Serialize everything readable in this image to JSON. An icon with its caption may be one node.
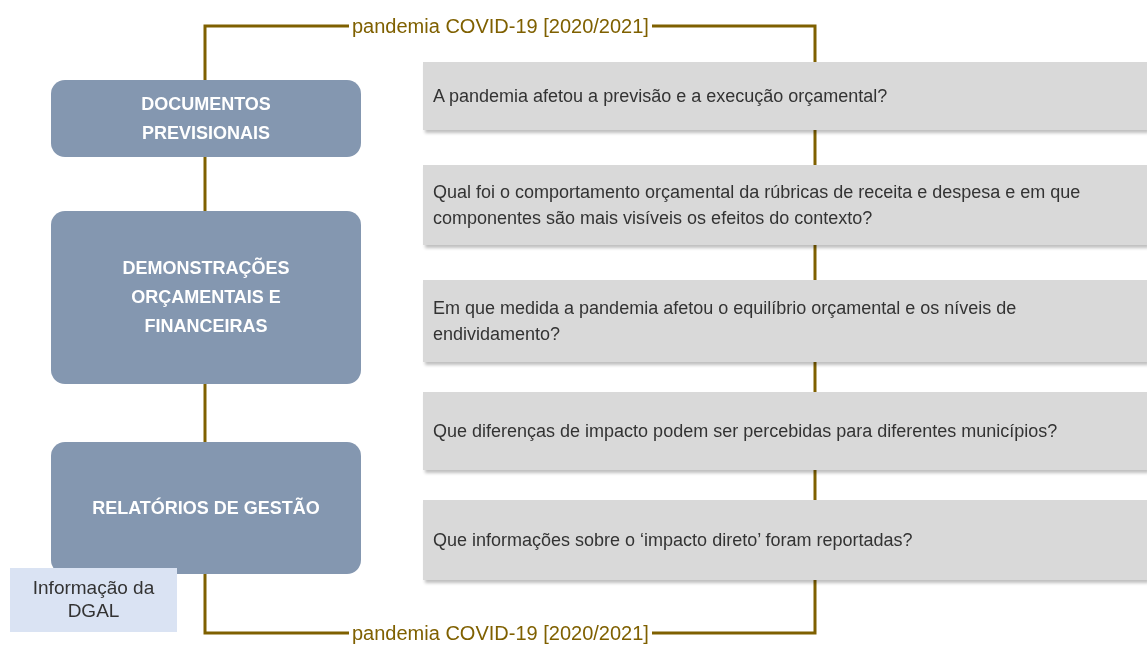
{
  "diagram": {
    "nodes": [
      {
        "text": [
          "pandemia COVID-19 [2020/2021]"
        ]
      },
      {
        "text": [
          "DOCUMENTOS PREVISIONAIS"
        ]
      },
      {
        "text": [
          "DEMONSTRAÇÕES ORÇAMENTAIS E FINANCEIRAS"
        ]
      },
      {
        "text": [
          "RELATÓRIOS DE GESTÃO"
        ]
      },
      {
        "text": [
          "Informação da DGAL"
        ]
      },
      {
        "text": [
          "A pandemia afetou a previsão e a execução orçamental?"
        ]
      },
      {
        "text": [
          "Qual foi o comportamento orçamental da rúbricas de receita e despesa e em que componentes são mais visíveis os efeitos do contexto?"
        ]
      },
      {
        "text": [
          "Em que medida a pandemia afetou o equilíbrio orçamental e os níveis de endividamento?"
        ]
      },
      {
        "text": [
          "Que diferenças de impacto podem ser percebidas para diferentes municípios?"
        ]
      },
      {
        "text": [
          "Que informações sobre o ‘impacto direto’ foram reportadas?"
        ]
      },
      {
        "text": [
          "pandemia COVID-19 [2020/2021]"
        ]
      }
    ],
    "edges": [
      {
        "from": 0,
        "to": 1,
        "arrow": "none"
      },
      {
        "from": 1,
        "to": 2,
        "arrow": "none"
      },
      {
        "from": 2,
        "to": 3,
        "arrow": "none"
      },
      {
        "from": 3,
        "to": 10,
        "arrow": "none"
      },
      {
        "from": 0,
        "to": 5,
        "arrow": "none"
      },
      {
        "from": 5,
        "to": 6,
        "arrow": "none"
      },
      {
        "from": 6,
        "to": 7,
        "arrow": "none"
      },
      {
        "from": 7,
        "to": 8,
        "arrow": "none"
      },
      {
        "from": 8,
        "to": 9,
        "arrow": "none"
      },
      {
        "from": 9,
        "to": 10,
        "arrow": "none"
      }
    ]
  }
}
